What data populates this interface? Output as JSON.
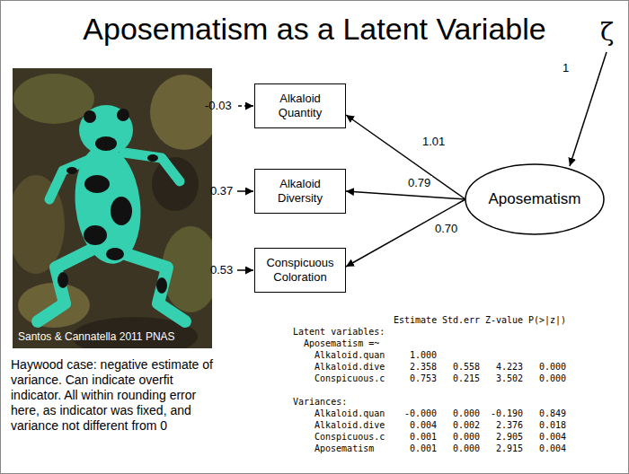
{
  "diagram": {
    "title": "Aposematism as a Latent Variable",
    "nodes": [
      {
        "text": [
          "Alkaloid Quantity"
        ]
      },
      {
        "text": [
          "Alkaloid Diversity"
        ]
      },
      {
        "text": [
          "Conspicuous Coloration"
        ]
      },
      {
        "text": [
          "Aposematism"
        ]
      }
    ],
    "edges": [
      {
        "from": 3,
        "to": 0,
        "label": "1.01",
        "arrow": "to"
      },
      {
        "from": 3,
        "to": 1,
        "label": "0.79",
        "arrow": "to"
      },
      {
        "from": 3,
        "to": 2,
        "label": "0.70",
        "arrow": "to"
      }
    ],
    "labels": [
      "-0.03",
      "0.37",
      "0.53",
      "1",
      "ζ",
      "Santos & Cannatella 2011 PNAS",
      "Haywood case: negative estimate of variance. Can indicate overfit indicator. All within rounding error here, as indicator was fixed, and variance not different from 0",
      "Estimate",
      "Std.err",
      "Z-value",
      "P(>|z|)",
      "Latent variables:",
      "Aposematism =~",
      "Alkaloid.quan",
      "1.000",
      "Alkaloid.dive",
      "2.358",
      "0.558",
      "4.223",
      "0.000",
      "Conspicuous.c",
      "0.753",
      "0.215",
      "3.502",
      "0.000",
      "Variances:",
      "Alkaloid.quan",
      "-0.000",
      "0.000",
      "-0.190",
      "0.849",
      "Alkaloid.dive",
      "0.004",
      "0.002",
      "2.376",
      "0.018",
      "Conspicuous.c",
      "0.001",
      "0.000",
      "2.905",
      "0.004",
      "Aposematism",
      "0.001",
      "0.000",
      "2.915",
      "0.004"
    ]
  }
}
